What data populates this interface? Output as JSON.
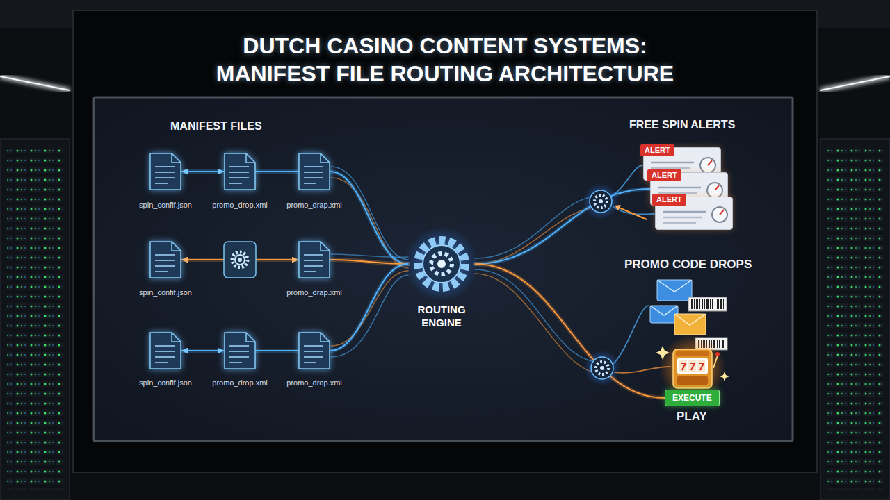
{
  "diagram": {
    "title": "DUTCH CASINO CONTENT SYSTEMS: MANIFEST FILE ROUTING ARCHITECTURE",
    "nodes": [
      {
        "text": [
          "spin_confif.json"
        ]
      },
      {
        "text": [
          "promo_drop.xml"
        ]
      },
      {
        "text": [
          "promo_drap.xml"
        ]
      },
      {
        "text": [
          "spin_confif.json"
        ]
      },
      {
        "text": [
          "promo_drap.xml"
        ]
      },
      {
        "text": [
          "spin_confif.json"
        ]
      },
      {
        "text": [
          "promo_drop.xml"
        ]
      },
      {
        "text": [
          "promo_drop.xml"
        ]
      },
      {
        "text": [
          "ROUTING ENGINE"
        ]
      },
      {
        "text": [
          "ALERT"
        ]
      },
      {
        "text": [
          "ALERT"
        ]
      },
      {
        "text": [
          "ALERT"
        ]
      },
      {
        "text": [
          "EXECUTE"
        ]
      }
    ],
    "edges": [
      {
        "from": 0,
        "to": 1,
        "arrow": "both"
      },
      {
        "from": 1,
        "to": 2,
        "arrow": "none"
      },
      {
        "from": 3,
        "to": 4,
        "arrow": "both"
      },
      {
        "from": 5,
        "to": 6,
        "arrow": "both"
      },
      {
        "from": 6,
        "to": 7,
        "arrow": "none"
      },
      {
        "from": 2,
        "to": 8,
        "arrow": "none"
      },
      {
        "from": 4,
        "to": 8,
        "arrow": "none"
      },
      {
        "from": 7,
        "to": 8,
        "arrow": "none"
      },
      {
        "from": 8,
        "to": 10,
        "arrow": "none"
      },
      {
        "from": 8,
        "to": 12,
        "arrow": "none"
      }
    ],
    "labels": [
      "MANIFEST FILES",
      "FREE SPIN ALERTS",
      "PROMO CODE DROPS",
      "PLAY"
    ]
  }
}
